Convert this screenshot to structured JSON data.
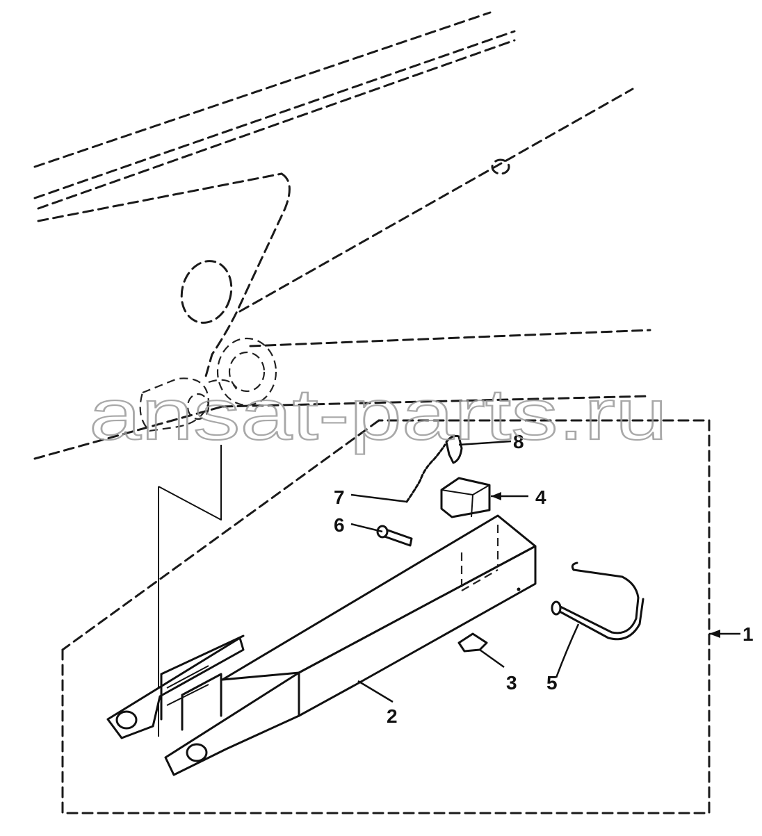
{
  "watermark": "ansat-parts.ru",
  "callouts": {
    "c1": "1",
    "c2": "2",
    "c3": "3",
    "c4": "4",
    "c5": "5",
    "c6": "6",
    "c7": "7",
    "c8": "8"
  }
}
